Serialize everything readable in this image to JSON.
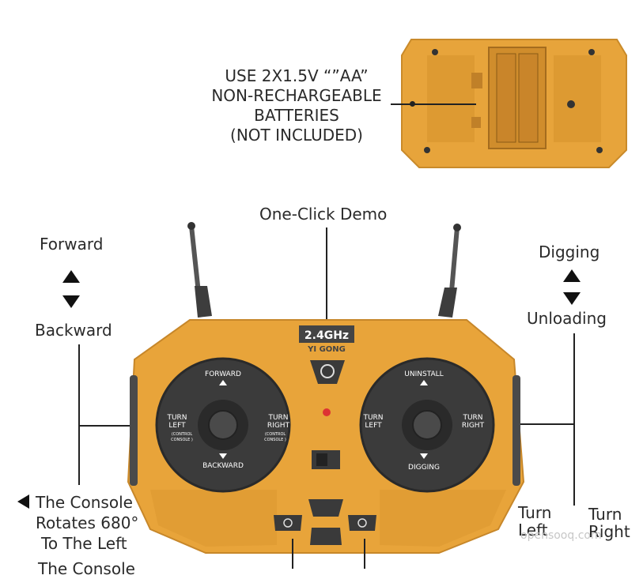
{
  "battery_note": {
    "lines": [
      "USE 2X1.5V “”AA”",
      "NON-RECHARGEABLE",
      "BATTERIES",
      "(NOT INCLUDED)"
    ]
  },
  "labels": {
    "demo": "One-Click Demo",
    "forward": "Forward",
    "backward": "Backward",
    "digging": "Digging",
    "unloading": "Unloading",
    "console_line1": "The Console",
    "console_line2": "Rotates 680°",
    "console_line3": "To The Left",
    "turn_left": "Turn Left",
    "turn_right": "Turn Right",
    "cut_off": "The Console"
  },
  "controller": {
    "band": "2.4GHz",
    "brand": "YI GONG",
    "left_stick": {
      "top": "FORWARD",
      "bottom": "BACKWARD",
      "left1": "TURN",
      "left2": "LEFT",
      "left_sub1": "(CONTROL",
      "left_sub2": "CONSOLE )",
      "right1": "TURN",
      "right2": "RIGHT",
      "right_sub1": "(CONTROL",
      "right_sub2": "CONSOLE )"
    },
    "right_stick": {
      "top": "UNINSTALL",
      "bottom": "DIGGING",
      "left1": "TURN",
      "left2": "LEFT",
      "right1": "TURN",
      "right2": "RIGHT"
    }
  },
  "watermark": "opensooq.com",
  "colors": {
    "body": "#e8a43a",
    "dark": "#3a3a3a",
    "accent": "#f0b24a"
  }
}
